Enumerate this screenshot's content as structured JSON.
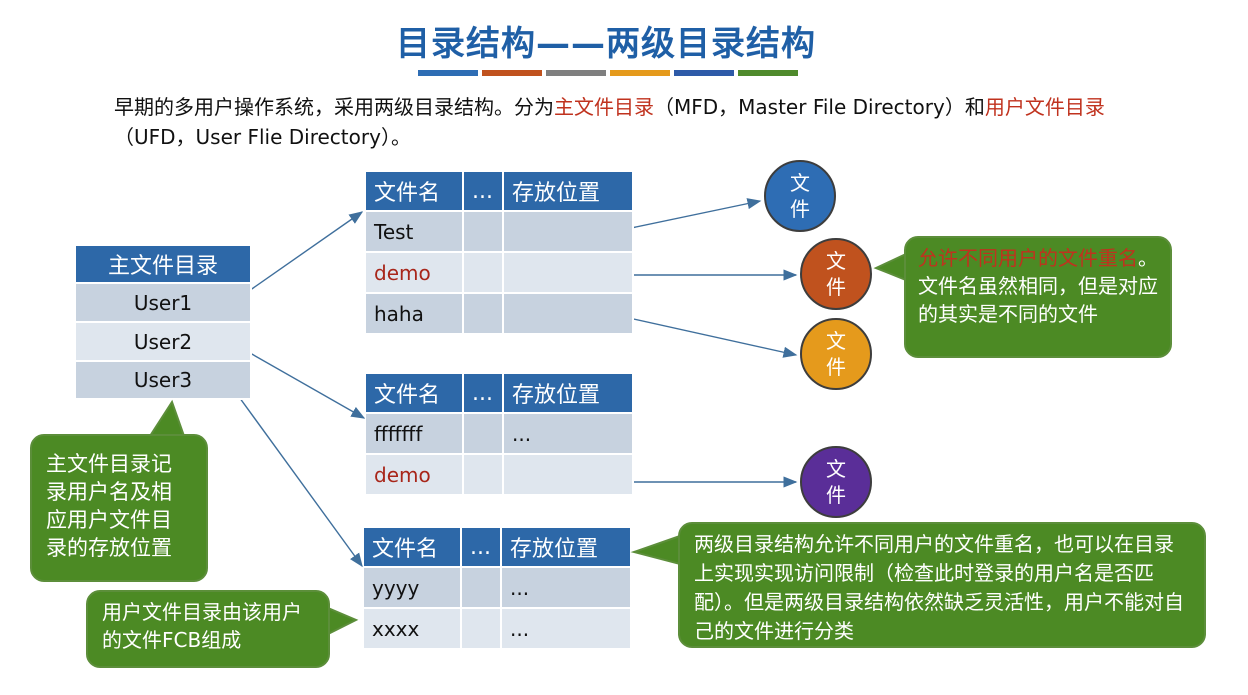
{
  "title": "目录结构——两级目录结构",
  "title_bar_colors": [
    "#2e6db4",
    "#c0521e",
    "#7f7f7f",
    "#e59a1c",
    "#2e5aa8",
    "#4f8a2c"
  ],
  "intro": {
    "p1": "早期的多用户操作系统，采用两级目录结构。分为",
    "mfd": "主文件目录",
    "p2": "（MFD，Master File Directory）和",
    "ufd": "用户文件目录",
    "p3": "（UFD，User Flie Directory）。"
  },
  "mfd_table": {
    "header": "主文件目录",
    "rows": [
      "User1",
      "User2",
      "User3"
    ]
  },
  "ufd_tables": [
    {
      "headers": [
        "文件名",
        "...",
        "存放位置"
      ],
      "rows": [
        [
          "Test",
          "",
          ""
        ],
        [
          "demo",
          "",
          ""
        ],
        [
          "haha",
          "",
          ""
        ]
      ]
    },
    {
      "headers": [
        "文件名",
        "...",
        "存放位置"
      ],
      "rows": [
        [
          "fffffff",
          "",
          "..."
        ],
        [
          "demo",
          "",
          ""
        ]
      ]
    },
    {
      "headers": [
        "文件名",
        "...",
        "存放位置"
      ],
      "rows": [
        [
          "yyyy",
          "",
          "..."
        ],
        [
          "xxxx",
          "",
          "..."
        ]
      ]
    }
  ],
  "file_circles": [
    {
      "label": "文件",
      "color": "#2e6db4"
    },
    {
      "label": "文件",
      "color": "#c0521e"
    },
    {
      "label": "文件",
      "color": "#e59a1c"
    },
    {
      "label": "文件",
      "color": "#5a2e98"
    }
  ],
  "callouts": {
    "same_name_red": "允许不同用户的文件重名",
    "same_name_rest": "。文件名虽然相同，但是对应的其实是不同的文件",
    "mfd_note": "主文件目录记录用户名及相应用户文件目录的存放位置",
    "ufd_note": "用户文件目录由该用户的文件FCB组成",
    "summary": "两级目录结构允许不同用户的文件重名，也可以在目录上实现实现访问限制（检查此时登录的用户名是否匹配）。但是两级目录结构依然缺乏灵活性，用户不能对自己的文件进行分类"
  },
  "colors": {
    "title": "#1f5fa6",
    "accent_red": "#c0321e",
    "table_header": "#2d68a8",
    "callout_green": "#4c8a24",
    "arrow": "#3f6f9c"
  }
}
